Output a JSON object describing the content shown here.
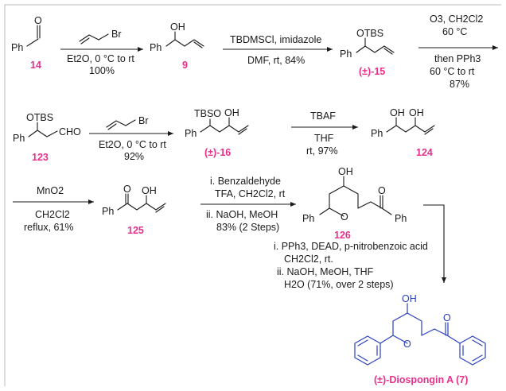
{
  "compounds": {
    "c14": "14",
    "c9": "9",
    "c15": "(±)-15",
    "c123": "123",
    "c16": "(±)-16",
    "c124": "124",
    "c125": "125",
    "c126": "126",
    "c7": "(±)-Diospongin A (7)"
  },
  "atoms": {
    "O": "O",
    "OH": "OH",
    "OTBS": "OTBS",
    "TBSO": "TBSO",
    "Ph": "Ph",
    "CHO": "CHO",
    "Br": "Br"
  },
  "reagents": {
    "r1_below_1": "Et2O, 0 °C to rt",
    "r1_below_2": "100%",
    "r2_above": "TBDMSCl, imidazole",
    "r2_below": "DMF, rt, 84%",
    "r3_above_1": "O3, CH2Cl2",
    "r3_above_2": "60 °C",
    "r3_below_1": "then PPh3",
    "r3_below_2": "60 °C to rt",
    "r3_below_3": "87%",
    "r4_below_1": "Et2O, 0 °C to rt",
    "r4_below_2": "92%",
    "r5_above": "TBAF",
    "r5_below_1": "THF",
    "r5_below_2": "rt, 97%",
    "r6_above": "MnO2",
    "r6_below_1": "CH2Cl2",
    "r6_below_2": "reflux, 61%",
    "r7_above_1": "i. Benzaldehyde",
    "r7_above_2": "TFA, CH2Cl2, rt",
    "r7_below_1": "ii. NaOH, MeOH",
    "r7_below_2": "83% (2 Steps)",
    "r8_1": "i. PPh3, DEAD, p-nitrobenzoic acid",
    "r8_2": "CH2Cl2, rt.",
    "r8_3": "ii. NaOH, MeOH, THF",
    "r8_4": "H2O (71%, over 2 steps)"
  },
  "colors": {
    "label": "#e8308a",
    "product": "#2b3fbf"
  }
}
